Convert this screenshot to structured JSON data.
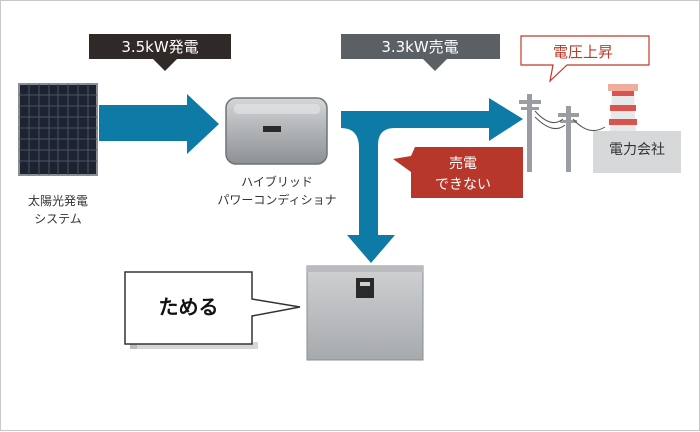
{
  "flows": {
    "generation": "3.5kW発電",
    "selling": "3.3kW売電"
  },
  "callouts": {
    "voltage_rise": "電圧上昇",
    "cannot_sell_line1": "売電",
    "cannot_sell_line2": "できない",
    "store": "ためる"
  },
  "labels": {
    "solar_line1": "太陽光発電",
    "solar_line2": "システム",
    "pcs_line1": "ハイブリッド",
    "pcs_line2": "パワーコンディショナ",
    "utility": "電力会社"
  },
  "colors": {
    "arrow_blue": "#0e7aa6",
    "dark_tag": "#2f2a27",
    "gray_tag": "#5b6064",
    "red_tag": "#b7372b",
    "red_text": "#c0392b"
  }
}
